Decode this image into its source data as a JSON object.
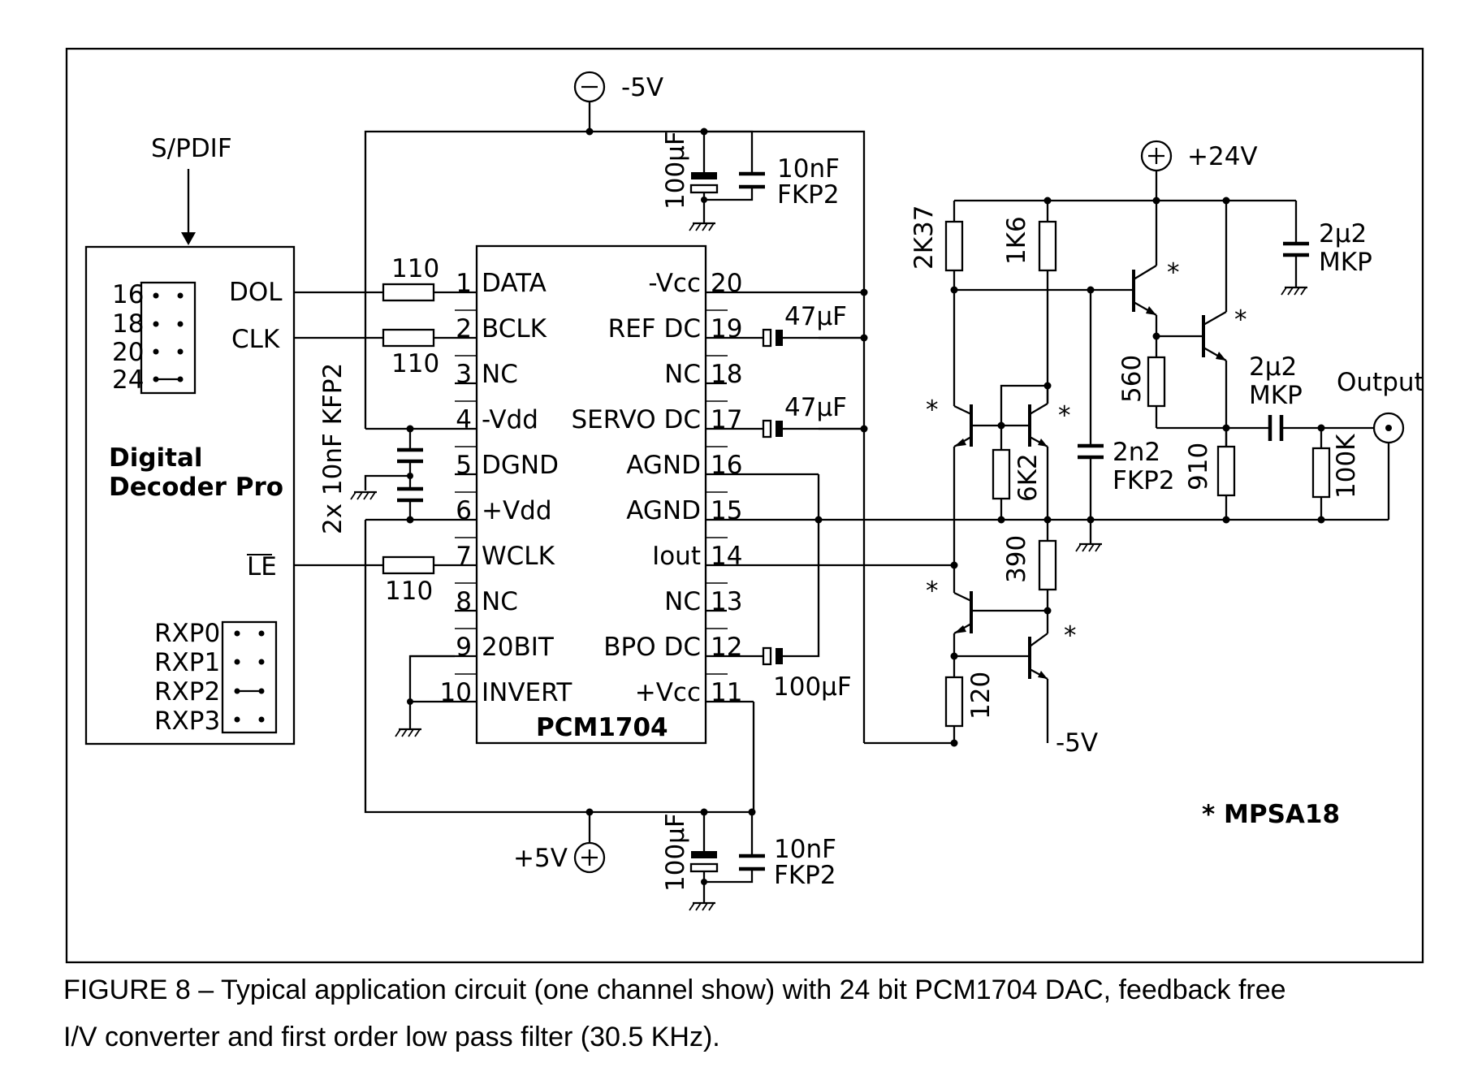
{
  "supplies": {
    "neg5_top": "-5V",
    "pos24": "+24V",
    "pos5": "+5V",
    "neg5_bottom": "-5V"
  },
  "input": {
    "spdif": "S/PDIF"
  },
  "decoder": {
    "title_line1": "Digital",
    "title_line2": "Decoder Pro",
    "outputs": [
      "DOL",
      "CLK",
      "LE"
    ],
    "jumper_top_labels": [
      "16",
      "18",
      "20",
      "24"
    ],
    "jumper_bottom_labels": [
      "RXP0",
      "RXP1",
      "RXP2",
      "RXP3"
    ]
  },
  "chip": {
    "name": "PCM1704",
    "left_pins": [
      {
        "num": "1",
        "name": "DATA"
      },
      {
        "num": "2",
        "name": "BCLK"
      },
      {
        "num": "3",
        "name": "NC"
      },
      {
        "num": "4",
        "name": "-Vdd"
      },
      {
        "num": "5",
        "name": "DGND"
      },
      {
        "num": "6",
        "name": "+Vdd"
      },
      {
        "num": "7",
        "name": "WCLK"
      },
      {
        "num": "8",
        "name": "NC"
      },
      {
        "num": "9",
        "name": "20BIT"
      },
      {
        "num": "10",
        "name": "INVERT"
      }
    ],
    "right_pins": [
      {
        "num": "20",
        "name": "-Vcc"
      },
      {
        "num": "19",
        "name": "REF DC"
      },
      {
        "num": "18",
        "name": "NC"
      },
      {
        "num": "17",
        "name": "SERVO DC"
      },
      {
        "num": "16",
        "name": "AGND"
      },
      {
        "num": "15",
        "name": "AGND"
      },
      {
        "num": "14",
        "name": "Iout"
      },
      {
        "num": "13",
        "name": "NC"
      },
      {
        "num": "12",
        "name": "BPO DC"
      },
      {
        "num": "11",
        "name": "+Vcc"
      }
    ]
  },
  "components": {
    "r_data": "110",
    "r_clk": "110",
    "r_le": "110",
    "c_decouple_pair": "2x 10nF KFP2",
    "c_top_elec": "100µF",
    "c_top_film_val": "10nF",
    "c_top_film_type": "FKP2",
    "c_ref": "47µF",
    "c_servo": "47µF",
    "c_bpo": "100µF",
    "c_bot_elec": "100µF",
    "c_bot_film_val": "10nF",
    "c_bot_film_type": "FKP2",
    "r_2k37": "2K37",
    "r_1k6": "1K6",
    "r_6k2": "6K2",
    "r_390": "390",
    "r_120": "120",
    "r_560": "560",
    "r_910": "910",
    "r_100k": "100K",
    "c_2n2_val": "2n2",
    "c_2n2_type": "FKP2",
    "c_2u2_supply_val": "2µ2",
    "c_2u2_supply_type": "MKP",
    "c_2u2_out_val": "2µ2",
    "c_2u2_out_type": "MKP"
  },
  "output_label": "Output",
  "transistor_marker": "*",
  "transistor_note": "* MPSA18",
  "caption_line1": "FIGURE 8 – Typical application circuit (one channel show) with 24 bit PCM1704 DAC, feedback free",
  "caption_line2": "I/V converter and first order low pass filter (30.5 KHz)."
}
